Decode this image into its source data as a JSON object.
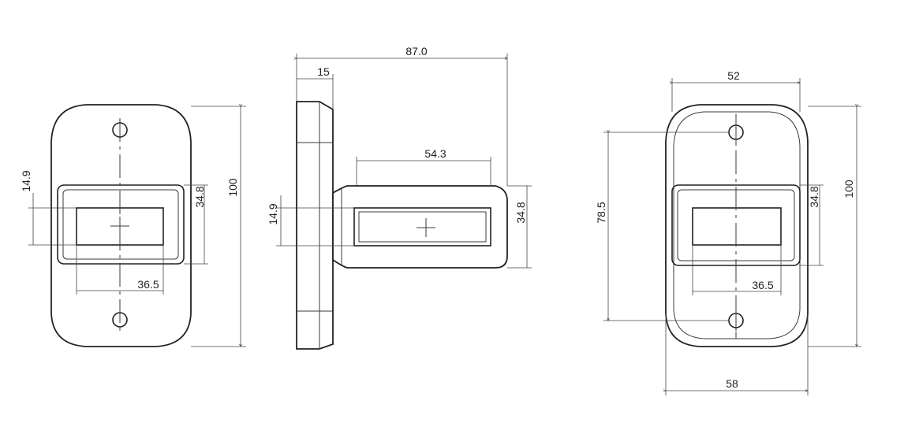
{
  "views": {
    "front_left": {
      "dim_height": "100",
      "dim_lens_width": "36.5",
      "dim_lens_height": "34.8",
      "dim_window_height": "14.9"
    },
    "side": {
      "dim_total_length": "87.0",
      "dim_flange": "15",
      "dim_lens_length": "54.3",
      "dim_lens_height": "34.8",
      "dim_window_height": "14.9"
    },
    "front_right": {
      "dim_top_width": "52",
      "dim_bottom_width": "58",
      "dim_height": "100",
      "dim_hole_spacing": "78.5",
      "dim_lens_height": "34.8",
      "dim_lens_width": "36.5"
    }
  }
}
